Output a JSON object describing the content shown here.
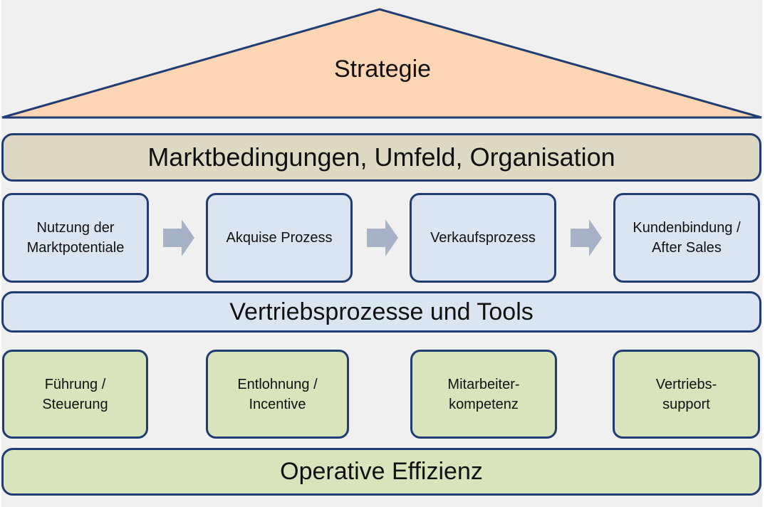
{
  "colors": {
    "roof_fill": "#fcd5b5",
    "outline": "#1f3d73",
    "market_band": "#ddd9c3",
    "process_fill": "#dbe5f1",
    "ops_fill": "#d7e4bc",
    "arrow_fill": "#a6b3c6",
    "background": "#f0f0f0"
  },
  "roof": {
    "label": "Strategie"
  },
  "market_band": {
    "label": "Marktbedingungen, Umfeld, Organisation"
  },
  "process_steps": [
    {
      "line1": "Nutzung der",
      "line2": "Marktpotentiale"
    },
    {
      "line1": "Akquise Prozess",
      "line2": ""
    },
    {
      "line1": "Verkaufsprozess",
      "line2": ""
    },
    {
      "line1": "Kundenbindung /",
      "line2": "After Sales"
    }
  ],
  "process_arrows": [
    {
      "icon": "right-arrow-icon"
    },
    {
      "icon": "right-arrow-icon"
    },
    {
      "icon": "right-arrow-icon"
    }
  ],
  "sales_band": {
    "label": "Vertriebsprozesse und Tools"
  },
  "pillars": [
    {
      "line1": "Führung /",
      "line2": "Steuerung"
    },
    {
      "line1": "Entlohnung /",
      "line2": "Incentive"
    },
    {
      "line1": "Mitarbeiter-",
      "line2": "kompetenz"
    },
    {
      "line1": "Vertriebs-",
      "line2": "support"
    }
  ],
  "ops_band": {
    "label": "Operative Effizienz"
  }
}
